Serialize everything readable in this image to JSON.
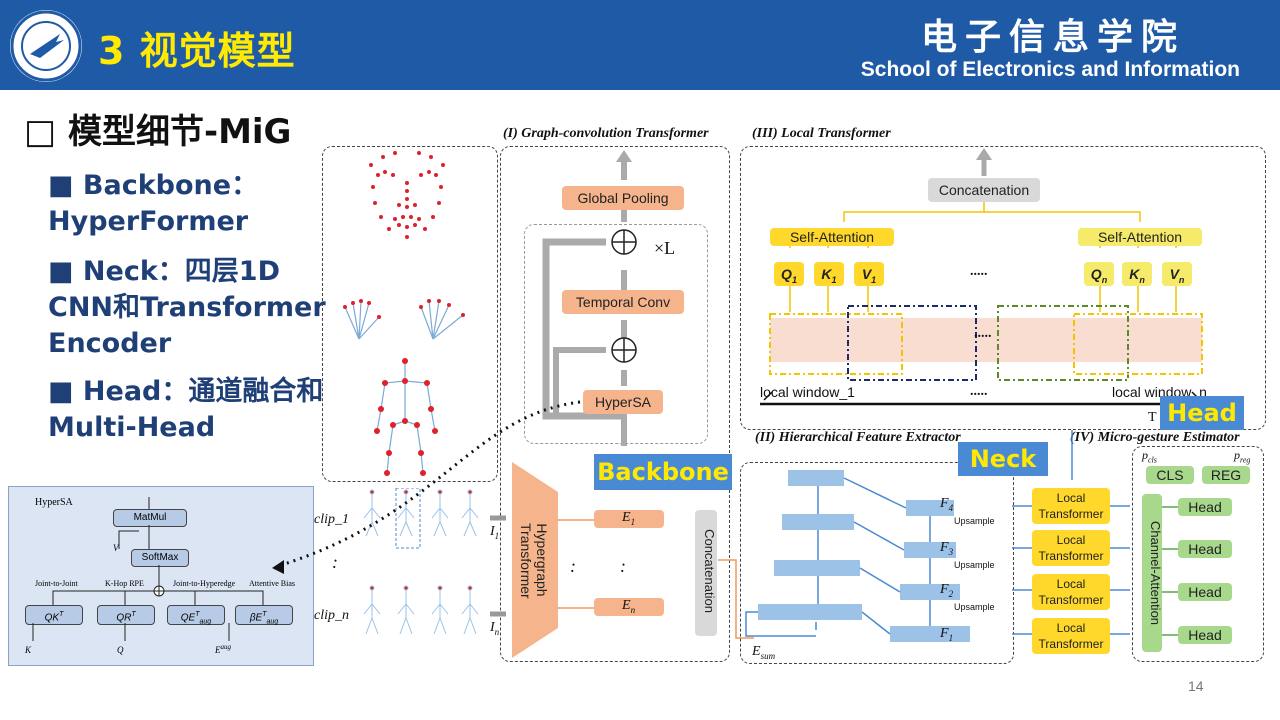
{
  "header": {
    "title": "3 视觉模型",
    "school_cn": "电子信息学院",
    "school_en": "School of Electronics and Information"
  },
  "heading": "□ 模型细节-MiG",
  "bullets": [
    {
      "line1": "■ Backbone：",
      "line2": "HyperFormer"
    },
    {
      "line1": "■ Neck：四层1D",
      "line2": "CNN和Transformer",
      "line3": "Encoder"
    },
    {
      "line1": "■ Head：通道融合和",
      "line2": "Multi-Head"
    }
  ],
  "sections": {
    "gct": "(I) Graph-convolution Transformer",
    "lt": "(III) Local Transformer",
    "hfe": "(II) Hierarchical Feature Extractor",
    "mge": "(IV) Micro-gesture Estimator"
  },
  "gct": {
    "global_pooling": "Global Pooling",
    "times_l": "×L",
    "temporal_conv": "Temporal Conv",
    "hypersa": "HyperSA",
    "hypergraph_transformer": "Hypergraph Transformer",
    "concatenation": "Concatenation",
    "e1": "E",
    "e1_sub": "1",
    "en": "E",
    "en_sub": "n",
    "clip1": "clip_1",
    "clipn": "clip_n",
    "i1": "I",
    "i1_sub": "1",
    "in": "I",
    "in_sub": "n",
    "esum": "E",
    "esum_sub": "sum",
    "dots": ":"
  },
  "lt": {
    "concatenation": "Concatenation",
    "self_attention": "Self-Attention",
    "q1": "Q",
    "k1": "K",
    "v1": "V",
    "sub1": "1",
    "qn": "Q",
    "kn": "K",
    "vn": "V",
    "subn": "n",
    "dots": ".....",
    "window1": "local window_1",
    "windown": "local window_n",
    "t": "T"
  },
  "hfe": {
    "f4": "F",
    "f4_sub": "4",
    "f3": "F",
    "f3_sub": "3",
    "f2": "F",
    "f2_sub": "2",
    "f1": "F",
    "f1_sub": "1",
    "upsample": "Upsample",
    "local_transformer": "Local Transformer"
  },
  "mge": {
    "pcls": "p",
    "pcls_sub": "cls",
    "preg": "p",
    "preg_sub": "reg",
    "cls": "CLS",
    "reg": "REG",
    "channel_attention": "Channel-Attention",
    "head": "Head"
  },
  "hypersa_panel": {
    "title": "HyperSA",
    "matmul": "MatMul",
    "softmax": "SoftMax",
    "v": "V",
    "joint_to_joint": "Joint-to-Joint",
    "khop": "K-Hop RPE",
    "joint_to_hyperedge": "Joint-to-Hyperedge",
    "attentive_bias": "Attentive Bias",
    "qk": "QK",
    "qk_sup": "T",
    "qr": "QR",
    "qr_sup": "T",
    "qe": "QE",
    "qe_sup": "T",
    "qe_sub": "aug",
    "be": "βE",
    "be_sup": "T",
    "be_sub": "aug",
    "k": "K",
    "q": "Q",
    "eaug": "E",
    "eaug_sup": "aug"
  },
  "tags": {
    "backbone": "Backbone",
    "neck": "Neck",
    "head": "Head"
  },
  "page_number": "14",
  "colors": {
    "header_bg": "#1f5aa6",
    "title": "#ffea00",
    "tag_bg": "#4a8ad4",
    "tag_text": "#ffe900",
    "bullet_text": "#1f3f77"
  }
}
